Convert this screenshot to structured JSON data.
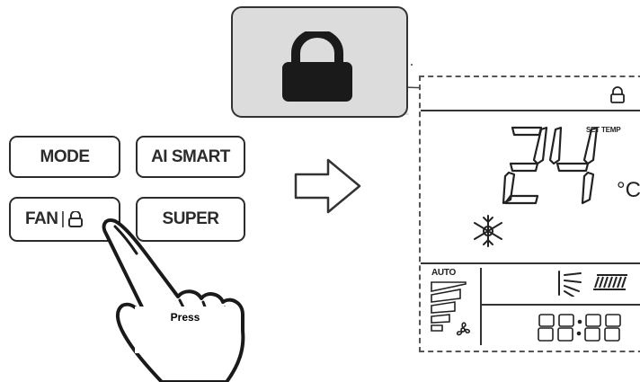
{
  "remote": {
    "mode_label": "MODE",
    "ai_smart_label": "AI SMART",
    "fan_label": "FAN",
    "fan_separator": "|",
    "super_label": "SUPER"
  },
  "instruction": {
    "press_label": "Press"
  },
  "display": {
    "set_temp_label": "SET TEMP",
    "temperature": "24",
    "unit": "°C",
    "fan_mode_label": "AUTO",
    "time_readout": "88:88"
  },
  "icons": {
    "lock": "lock-icon",
    "arrow": "arrow-right-icon",
    "hand": "pointing-hand-icon",
    "snowflake": "snowflake-icon",
    "fan": "fan-icon",
    "swing": "swing-icon",
    "louver": "louver-icon"
  },
  "colors": {
    "ink": "#2b2b2b",
    "callout_bg": "#dcdcdc",
    "lock_fill": "#1a1a1a"
  }
}
